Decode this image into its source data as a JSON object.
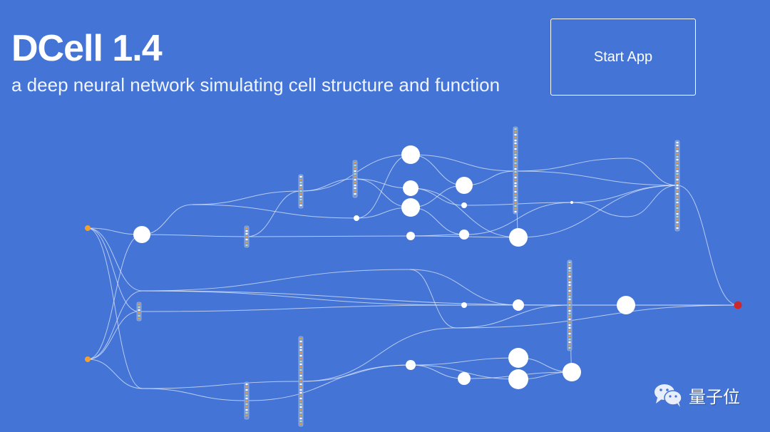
{
  "header": {
    "title": "DCell 1.4",
    "subtitle": "a deep neural network simulating cell structure and function",
    "start_button_label": "Start App"
  },
  "watermark": {
    "icon": "wechat-icon",
    "text": "量子位"
  },
  "colors": {
    "background": "#4374d6",
    "input_node": "#f0a030",
    "output_node": "#d0282a",
    "gene_on": "#ffffff",
    "gene_active": "#f0a030",
    "edge": "#dfe8fb"
  }
}
